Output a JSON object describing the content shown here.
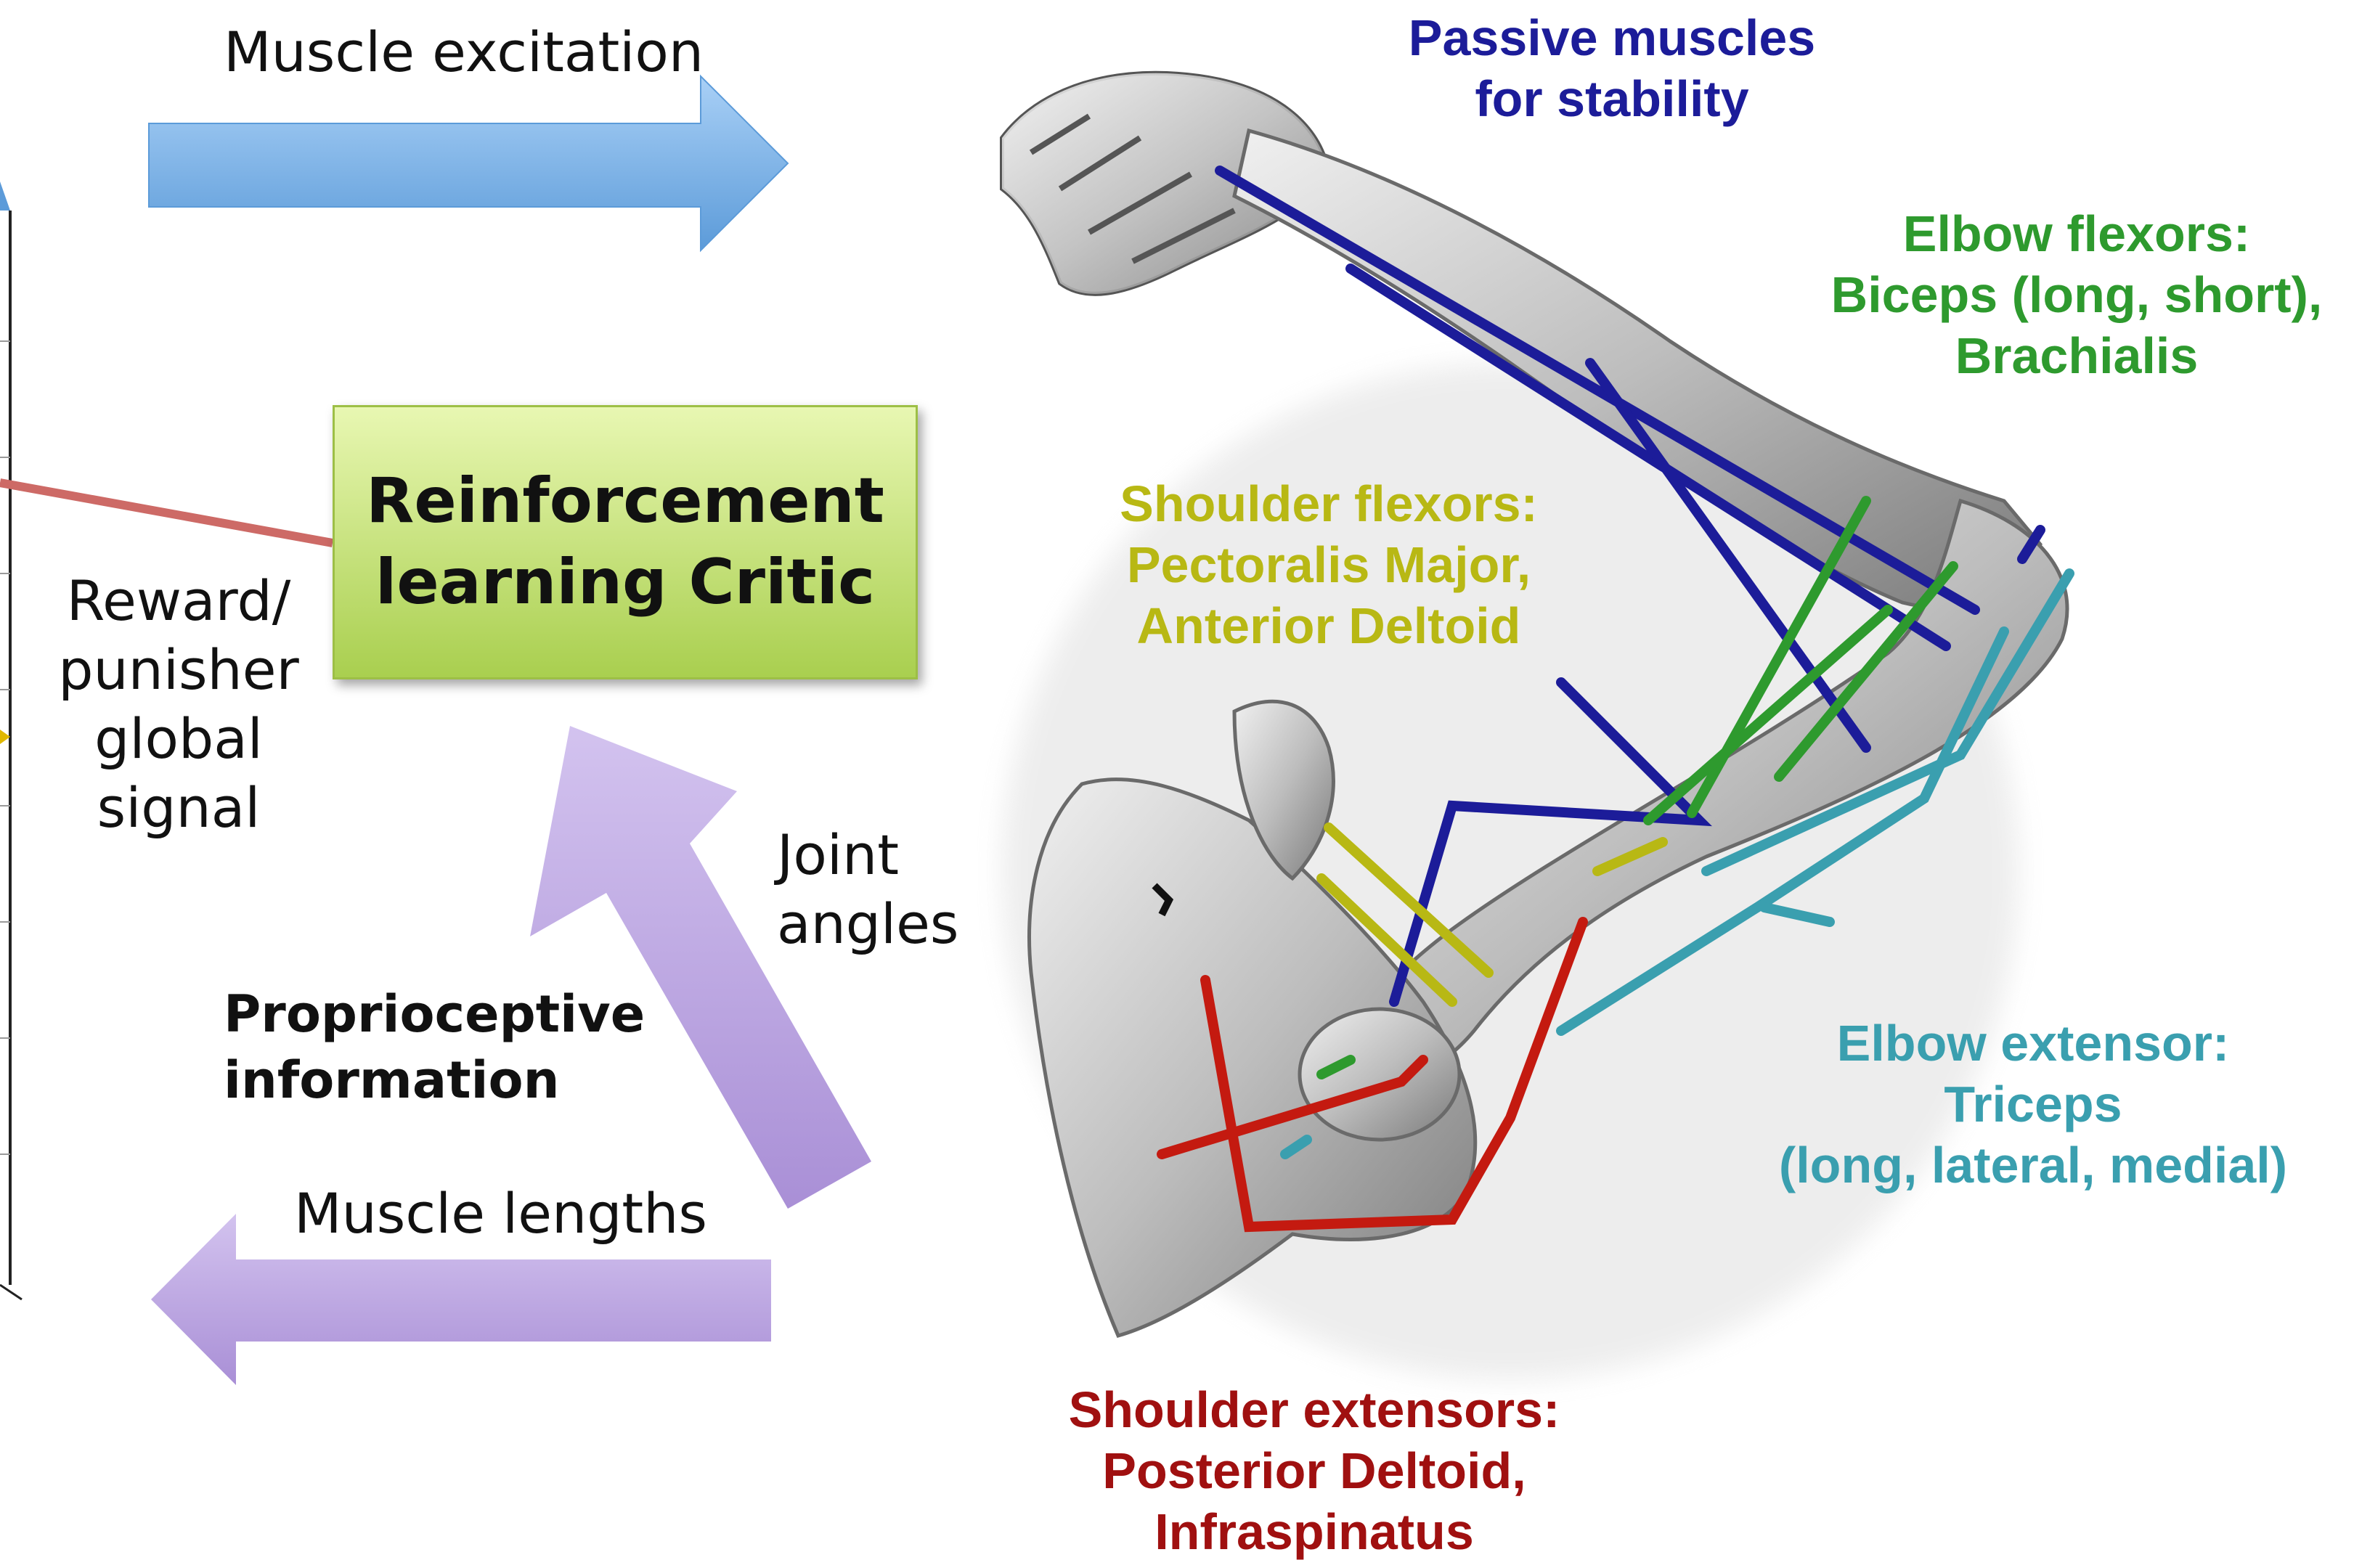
{
  "colors": {
    "excitation_arrow": "#7fb3e8",
    "proprio_arrow": "#b9a3dc",
    "critic_box": "#c4e27a",
    "reward_line": "#cd6a66",
    "passive": "#1c1c99",
    "elbow_flexors": "#2e9a2e",
    "shoulder_flexors": "#b8b814",
    "elbow_extensor": "#3a9faf",
    "shoulder_extensors": "#a01010"
  },
  "labels": {
    "muscle_excitation": "Muscle excitation",
    "critic": "Reinforcement\nlearning Critic",
    "reward": "Reward/\npunisher\nglobal signal",
    "joint_angles": "Joint\nangles",
    "proprioceptive": "Proprioceptive\ninformation",
    "muscle_lengths": "Muscle lengths"
  },
  "muscle_groups": {
    "passive": "Passive muscles\nfor stability",
    "elbow_flexors": "Elbow flexors:\nBiceps (long, short),\nBrachialis",
    "shoulder_flexors": "Shoulder flexors:\nPectoralis Major,\nAnterior Deltoid",
    "elbow_extensor": "Elbow extensor:\nTriceps\n(long, lateral, medial)",
    "shoulder_extensors": "Shoulder extensors:\nPosterior Deltoid,\nInfraspinatus"
  }
}
